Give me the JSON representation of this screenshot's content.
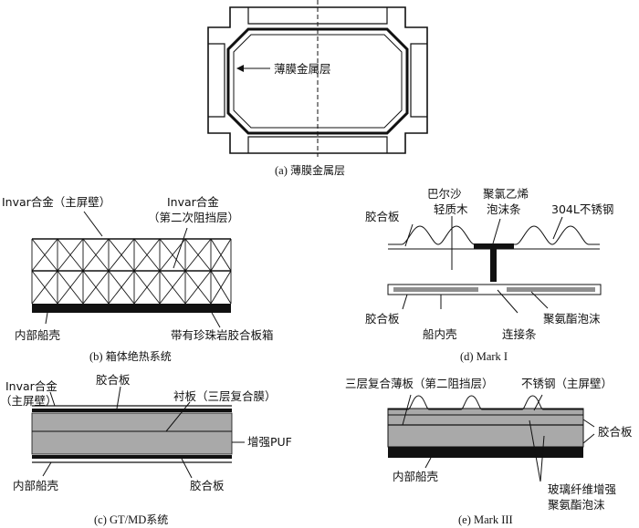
{
  "panel_a": {
    "label": "薄膜金属层",
    "caption_prefix": "(a) ",
    "caption_text": "薄膜金属层"
  },
  "panel_b": {
    "label_invar_main_1": "Invar合金（主屏壁）",
    "label_invar_second_1": "Invar合金",
    "label_invar_second_2": "（第二次阻挡层）",
    "label_hull": "内部船壳",
    "label_box": "带有珍珠岩胶合板箱",
    "caption_prefix": "(b) ",
    "caption_text": "箱体绝热系统"
  },
  "panel_c": {
    "label_invar_1": "Invar合金",
    "label_invar_2": "（主屏壁）",
    "label_plywood_top": "胶合板",
    "label_liner": "衬板（三层复合膜）",
    "label_puf": "增强PUF",
    "label_hull": "内部船壳",
    "label_plywood_bottom": "胶合板",
    "caption_prefix": "(c) GT/MD",
    "caption_text": "系统"
  },
  "panel_d": {
    "label_balsa_1": "巴尔沙",
    "label_balsa_2": "轻质木",
    "label_pvc_1": "聚氯乙烯",
    "label_pvc_2": "泡沫条",
    "label_plywood_top": "胶合板",
    "label_ss": "304L不锈钢",
    "label_plywood_bottom": "胶合板",
    "label_hull": "船内壳",
    "label_connector": "连接条",
    "label_pu_foam": "聚氨酯泡沫",
    "caption": "(d) Mark I"
  },
  "panel_e": {
    "label_triplex": "三层复合薄板（第二阻挡层）",
    "label_ss": "不锈钢（主屏壁）",
    "label_plywood": "胶合板",
    "label_hull": "内部船壳",
    "label_gf_1": "玻璃纤维增强",
    "label_gf_2": "聚氨酯泡沫",
    "caption": "(e) Mark III"
  },
  "colors": {
    "ink": "#111111",
    "foam_gray": "#8e8e8e",
    "panel_gray": "#a9a9a9"
  }
}
